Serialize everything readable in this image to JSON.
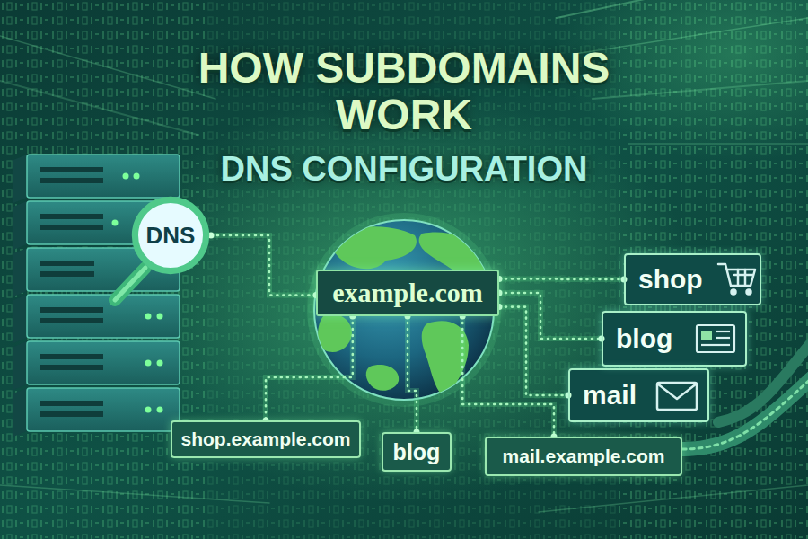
{
  "diagram": {
    "title": "HOW SUBDOMAINS WORK",
    "nodes": [
      {
        "text": [
          "DNS"
        ]
      },
      {
        "text": [
          "example.com"
        ]
      },
      {
        "text": [
          "shop"
        ]
      },
      {
        "text": [
          "blog"
        ]
      },
      {
        "text": [
          "mail"
        ]
      },
      {
        "text": [
          "shop.example.com"
        ]
      },
      {
        "text": [
          "blog"
        ]
      },
      {
        "text": [
          "mail.example.com"
        ]
      }
    ],
    "edges": [
      {
        "from": 0,
        "to": 1,
        "arrow": "none"
      },
      {
        "from": 1,
        "to": 2,
        "arrow": "none"
      },
      {
        "from": 1,
        "to": 3,
        "arrow": "none"
      },
      {
        "from": 1,
        "to": 4,
        "arrow": "none"
      },
      {
        "from": 1,
        "to": 5,
        "arrow": "none"
      },
      {
        "from": 1,
        "to": 6,
        "arrow": "none"
      },
      {
        "from": 1,
        "to": 7,
        "arrow": "none"
      }
    ],
    "labels": [
      "DNS CONFIGURATION"
    ]
  }
}
